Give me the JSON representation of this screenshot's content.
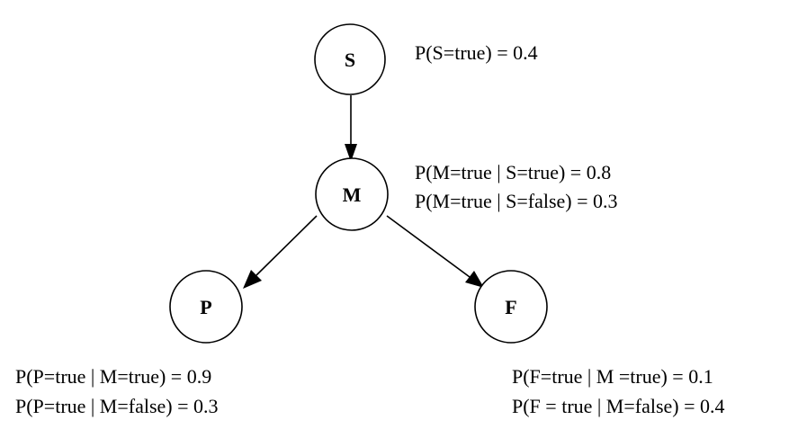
{
  "nodes": {
    "s": {
      "label": "S"
    },
    "m": {
      "label": "M"
    },
    "p": {
      "label": "P"
    },
    "f": {
      "label": "F"
    }
  },
  "probabilities": {
    "s": [
      "P(S=true) = 0.4"
    ],
    "m": [
      "P(M=true | S=true) = 0.8",
      "P(M=true | S=false) = 0.3"
    ],
    "p": [
      "P(P=true | M=true) = 0.9",
      "P(P=true | M=false) = 0.3"
    ],
    "f": [
      "P(F=true | M =true) = 0.1",
      "P(F = true | M=false) = 0.4"
    ]
  },
  "edges": [
    {
      "from": "S",
      "to": "M"
    },
    {
      "from": "M",
      "to": "P"
    },
    {
      "from": "M",
      "to": "F"
    }
  ],
  "colors": {
    "stroke": "#000000",
    "background": "#ffffff"
  }
}
